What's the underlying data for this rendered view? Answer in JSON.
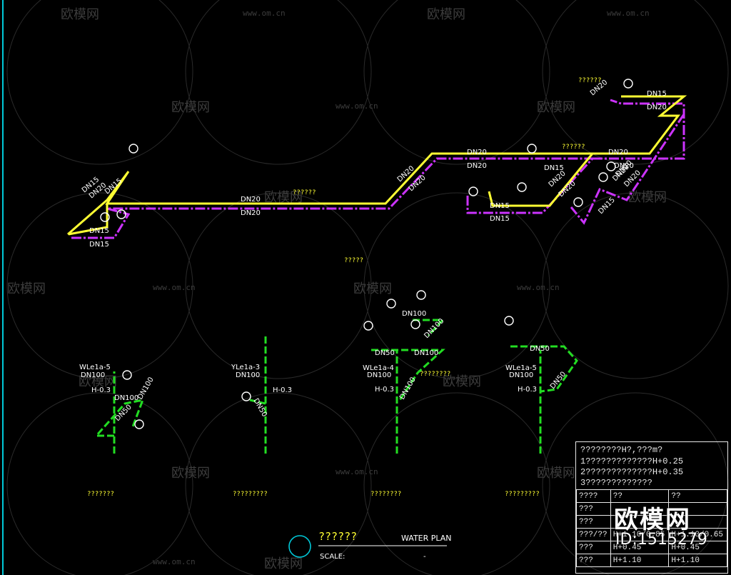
{
  "drawing": {
    "pipe_labels": {
      "upper_left": [
        "DN15",
        "DN20",
        "DN15",
        "DN15",
        "DN15"
      ],
      "upper_mid": [
        "DN20",
        "DN20",
        "DN20",
        "DN20",
        "DN20",
        "DN20"
      ],
      "upper_right": [
        "DN15",
        "DN20",
        "DN20",
        "DN20",
        "DN20",
        "DN15",
        "DN15",
        "DN15",
        "DN20",
        "DN20",
        "DN20",
        "DN15",
        "DN20",
        "DN20"
      ],
      "mid_note": "??????",
      "top_note": "??????",
      "top_right_note": "??????",
      "plan_title": "?????"
    },
    "risers": [
      {
        "name": "WLe1a-5",
        "size": "DN100",
        "h": "H-0.3",
        "d1": "DN100",
        "d2": "DN100",
        "d3": "DN50",
        "caption": "???????"
      },
      {
        "name": "YLe1a-3",
        "size": "DN100",
        "h": "H-0.3",
        "d1": "DN50",
        "caption": "?????????"
      },
      {
        "name": "WLe1a-4",
        "size": "DN100",
        "h": "H-0.3",
        "d1": "DN100",
        "d2": "DN100",
        "d3": "DN50",
        "d4": "DN100",
        "d5": "DN100",
        "note": "????????",
        "caption": "????????"
      },
      {
        "name": "WLe1a-5",
        "size": "DN100",
        "h": "H-0.3",
        "d1": "DN50",
        "d2": "DN50",
        "caption": "?????????"
      }
    ],
    "title": "??????",
    "water_plan": "WATER PLAN",
    "scale_label": "SCALE:",
    "scale_value": "-"
  },
  "legend": {
    "lines": [
      "????????H?,???m?",
      "1?????????????H+0.25",
      "2?????????????H+0.35",
      "3?????????????"
    ],
    "header": [
      "????",
      "??",
      "??"
    ],
    "rows": [
      [
        "???",
        "",
        ""
      ],
      [
        "???",
        "",
        ""
      ],
      [
        "???/??",
        "H+1.10/0.85",
        "H+1.10/0.65"
      ],
      [
        "???",
        "H+0.45",
        "H+0.45"
      ],
      [
        "???",
        "H+1.10",
        "H+1.10"
      ]
    ]
  },
  "watermark": {
    "brand": "欧模网",
    "site": "www.om.cn",
    "id": "ID:1515279"
  },
  "colors": {
    "background": "#000000",
    "yellow_pipe": "#ffff33",
    "magenta_pipe": "#cc33ff",
    "green_pipe": "#22dd22",
    "text": "#e8e8e8",
    "frame": "#00c8d8"
  }
}
